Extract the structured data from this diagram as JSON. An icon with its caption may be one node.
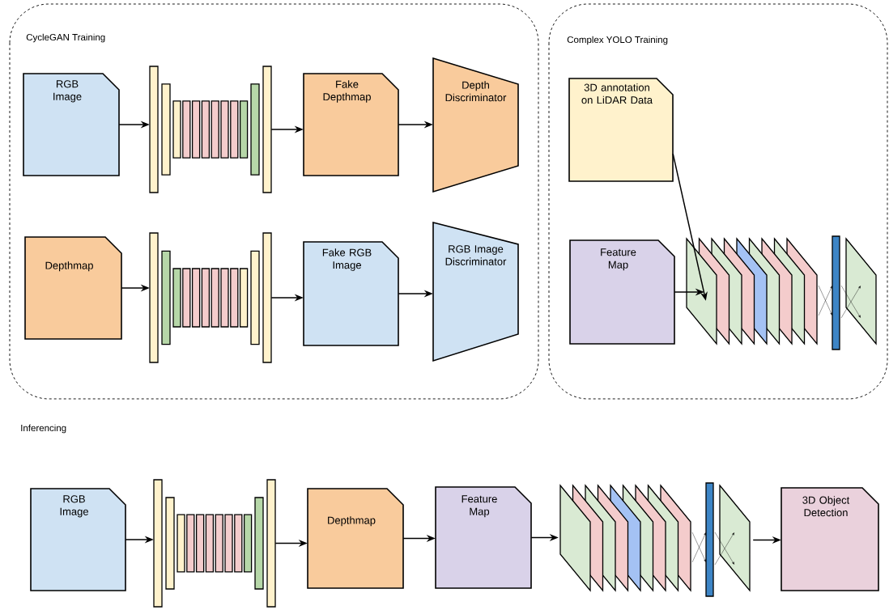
{
  "diagram": {
    "nodes": [
      {
        "text": [
          "CycleGAN Training"
        ]
      },
      {
        "text": [
          "RGB Image"
        ],
        "in": 0
      },
      {
        "text": [],
        "shape": "picture",
        "in": 0
      },
      {
        "text": [
          "Fake Depthmap"
        ],
        "in": 0
      },
      {
        "text": [
          "Depth Discriminator"
        ],
        "in": 0
      },
      {
        "text": [
          "Depthmap"
        ],
        "in": 0
      },
      {
        "text": [],
        "shape": "picture",
        "in": 0
      },
      {
        "text": [
          "Fake RGB Image"
        ],
        "in": 0
      },
      {
        "text": [
          "RGB Image Discriminator"
        ],
        "in": 0
      },
      {
        "text": [
          "Complex YOLO Training"
        ]
      },
      {
        "text": [
          "3D annotation on LiDAR Data"
        ],
        "in": 9
      },
      {
        "text": [
          "Feature Map"
        ],
        "in": 9
      },
      {
        "text": [],
        "shape": "picture",
        "in": 9
      },
      {
        "text": [
          "RGB Image"
        ]
      },
      {
        "text": [],
        "shape": "picture"
      },
      {
        "text": [
          "Depthmap"
        ]
      },
      {
        "text": [
          "Feature Map"
        ]
      },
      {
        "text": [],
        "shape": "picture"
      },
      {
        "text": [
          "3D Object Detection"
        ]
      }
    ],
    "edges": [
      {
        "from": 1,
        "to": 2,
        "arrow": "to"
      },
      {
        "from": 2,
        "to": 3,
        "arrow": "to"
      },
      {
        "from": 3,
        "to": 4,
        "arrow": "to"
      },
      {
        "from": 5,
        "to": 6,
        "arrow": "to"
      },
      {
        "from": 6,
        "to": 7,
        "arrow": "to"
      },
      {
        "from": 7,
        "to": 8,
        "arrow": "to"
      },
      {
        "from": 10,
        "to": 12,
        "arrow": "to"
      },
      {
        "from": 11,
        "to": 12,
        "arrow": "to"
      },
      {
        "from": 13,
        "to": 14,
        "arrow": "to"
      },
      {
        "from": 14,
        "to": 15,
        "arrow": "to"
      },
      {
        "from": 15,
        "to": 16,
        "arrow": "to"
      },
      {
        "from": 16,
        "to": 17,
        "arrow": "to"
      },
      {
        "from": 17,
        "to": 18,
        "arrow": "to"
      }
    ],
    "labels": [
      "Inferencing"
    ]
  }
}
